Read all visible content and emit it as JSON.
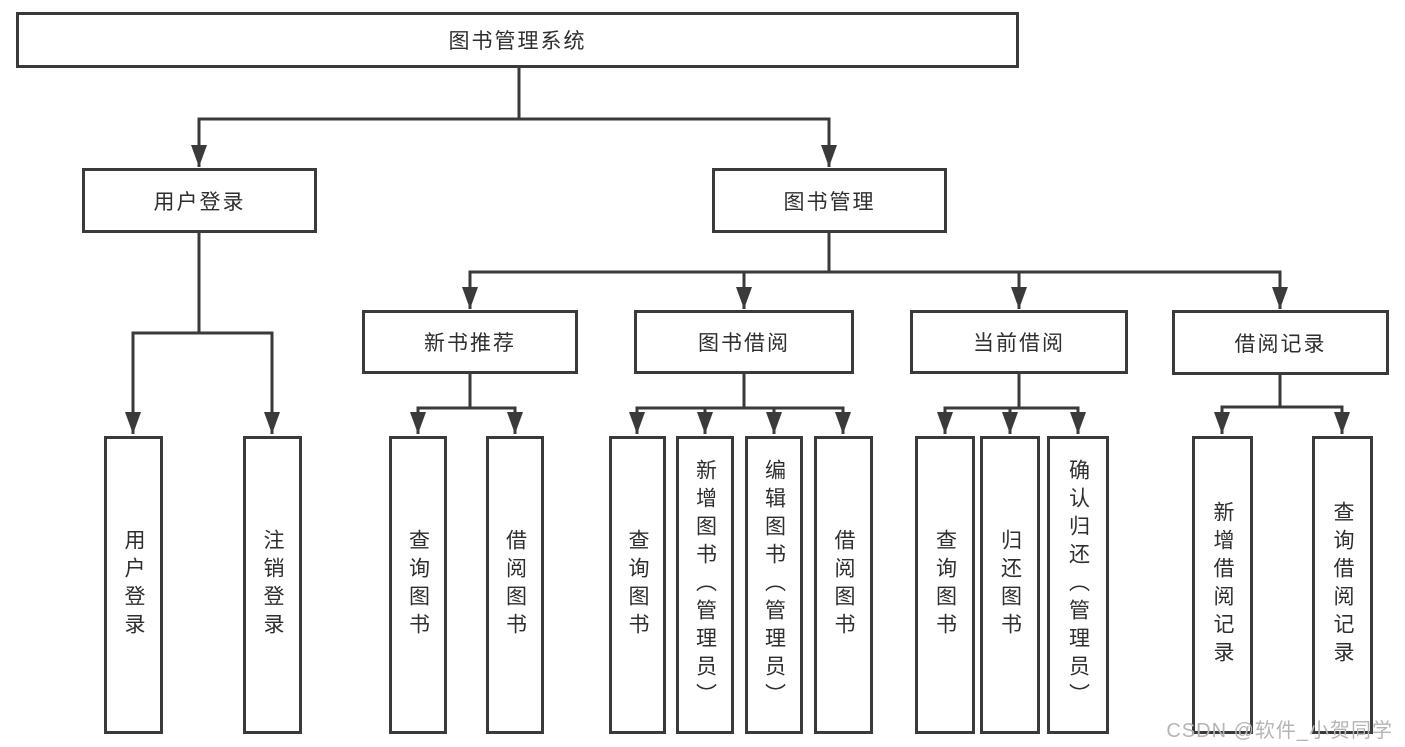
{
  "tree": {
    "root": {
      "label": "图书管理系统"
    },
    "branches": [
      {
        "label": "用户登录",
        "children": [
          {
            "label": "用户登录"
          },
          {
            "label": "注销登录"
          }
        ]
      },
      {
        "label": "图书管理",
        "children": [
          {
            "label": "新书推荐",
            "children": [
              {
                "label": "查询图书"
              },
              {
                "label": "借阅图书"
              }
            ]
          },
          {
            "label": "图书借阅",
            "children": [
              {
                "label": "查询图书"
              },
              {
                "label": "新增图书（管理员）"
              },
              {
                "label": "编辑图书（管理员）"
              },
              {
                "label": "借阅图书"
              }
            ]
          },
          {
            "label": "当前借阅",
            "children": [
              {
                "label": "查询图书"
              },
              {
                "label": "归还图书"
              },
              {
                "label": "确认归还（管理员）"
              }
            ]
          },
          {
            "label": "借阅记录",
            "children": [
              {
                "label": "新增借阅记录"
              },
              {
                "label": "查询借阅记录"
              }
            ]
          }
        ]
      }
    ]
  },
  "watermark": {
    "text": "CSDN @软件_小贺同学"
  },
  "colors": {
    "line": "#3a3a3a",
    "text": "#2e2e2e",
    "watermark": "#b5b5b5",
    "background": "#ffffff"
  }
}
